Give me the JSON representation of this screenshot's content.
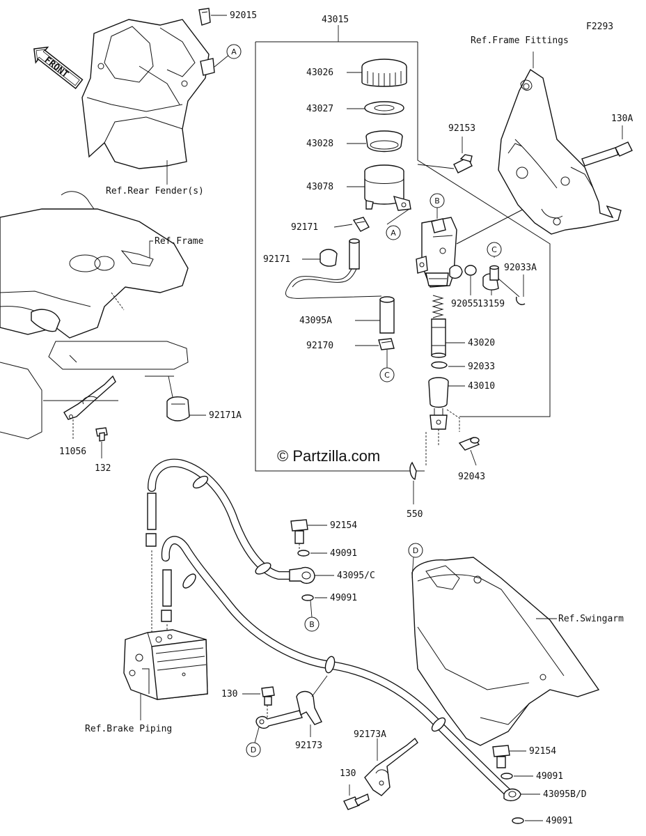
{
  "diagram_code": "F2293",
  "watermark": "© Partzilla.com",
  "front_label": "FRONT",
  "refs": {
    "frame_fittings": "Ref.Frame Fittings",
    "rear_fender": "Ref.Rear Fender(s)",
    "frame": "Ref.Frame",
    "swingarm": "Ref.Swingarm",
    "brake_piping": "Ref.Brake Piping"
  },
  "parts": {
    "p92015": "92015",
    "p43015": "43015",
    "p43026": "43026",
    "p43027": "43027",
    "p43028": "43028",
    "p43078": "43078",
    "p92171_a": "92171",
    "p92171_b": "92171",
    "p43095A": "43095A",
    "p92170": "92170",
    "p92153": "92153",
    "p130A": "130A",
    "p92055": "92055",
    "p13159": "13159",
    "p92033A": "92033A",
    "p43020": "43020",
    "p92033": "92033",
    "p43010": "43010",
    "p92043": "92043",
    "p550": "550",
    "p92171A": "92171A",
    "p11056": "11056",
    "p132": "132",
    "p92154_a": "92154",
    "p49091_a": "49091",
    "p43095C": "43095/C",
    "p49091_b": "49091",
    "p130": "130",
    "p92173": "92173",
    "p92173A": "92173A",
    "p130_b": "130",
    "p92154_b": "92154",
    "p49091_c": "49091",
    "p43095BD": "43095B/D",
    "p49091_d": "49091"
  },
  "markers": {
    "a1": "A",
    "a2": "A",
    "b1": "B",
    "b2": "B",
    "c1": "C",
    "c2": "C",
    "d1": "D",
    "d2": "D"
  }
}
